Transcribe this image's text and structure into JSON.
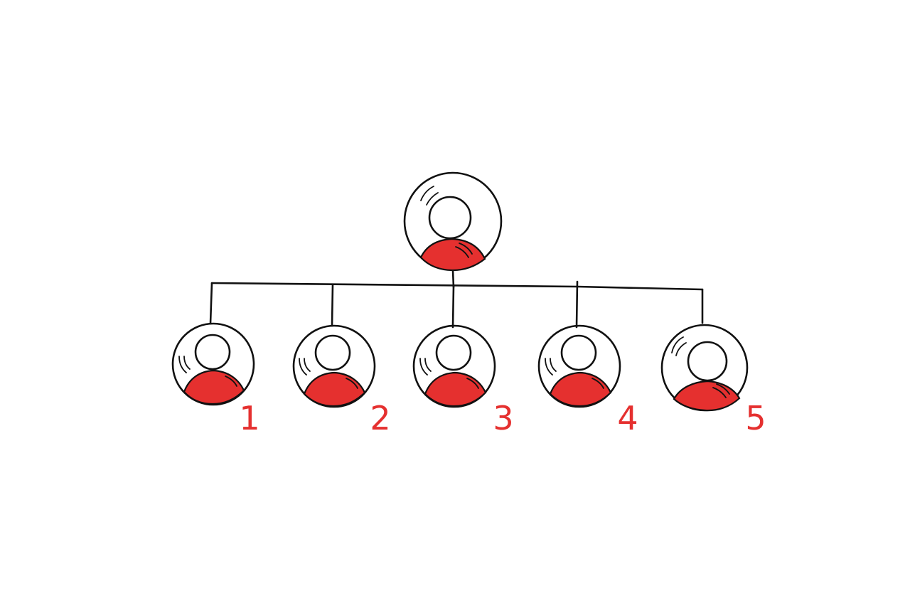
{
  "diagram": {
    "type": "org-hierarchy",
    "root": {
      "id": "root"
    },
    "children": [
      {
        "id": "child-1",
        "label": "1"
      },
      {
        "id": "child-2",
        "label": "2"
      },
      {
        "id": "child-3",
        "label": "3"
      },
      {
        "id": "child-4",
        "label": "4"
      },
      {
        "id": "child-5",
        "label": "5"
      }
    ],
    "colors": {
      "accent": "#e5302f",
      "ink": "#111111",
      "background": "#ffffff"
    },
    "icon": "person-avatar-icon"
  }
}
